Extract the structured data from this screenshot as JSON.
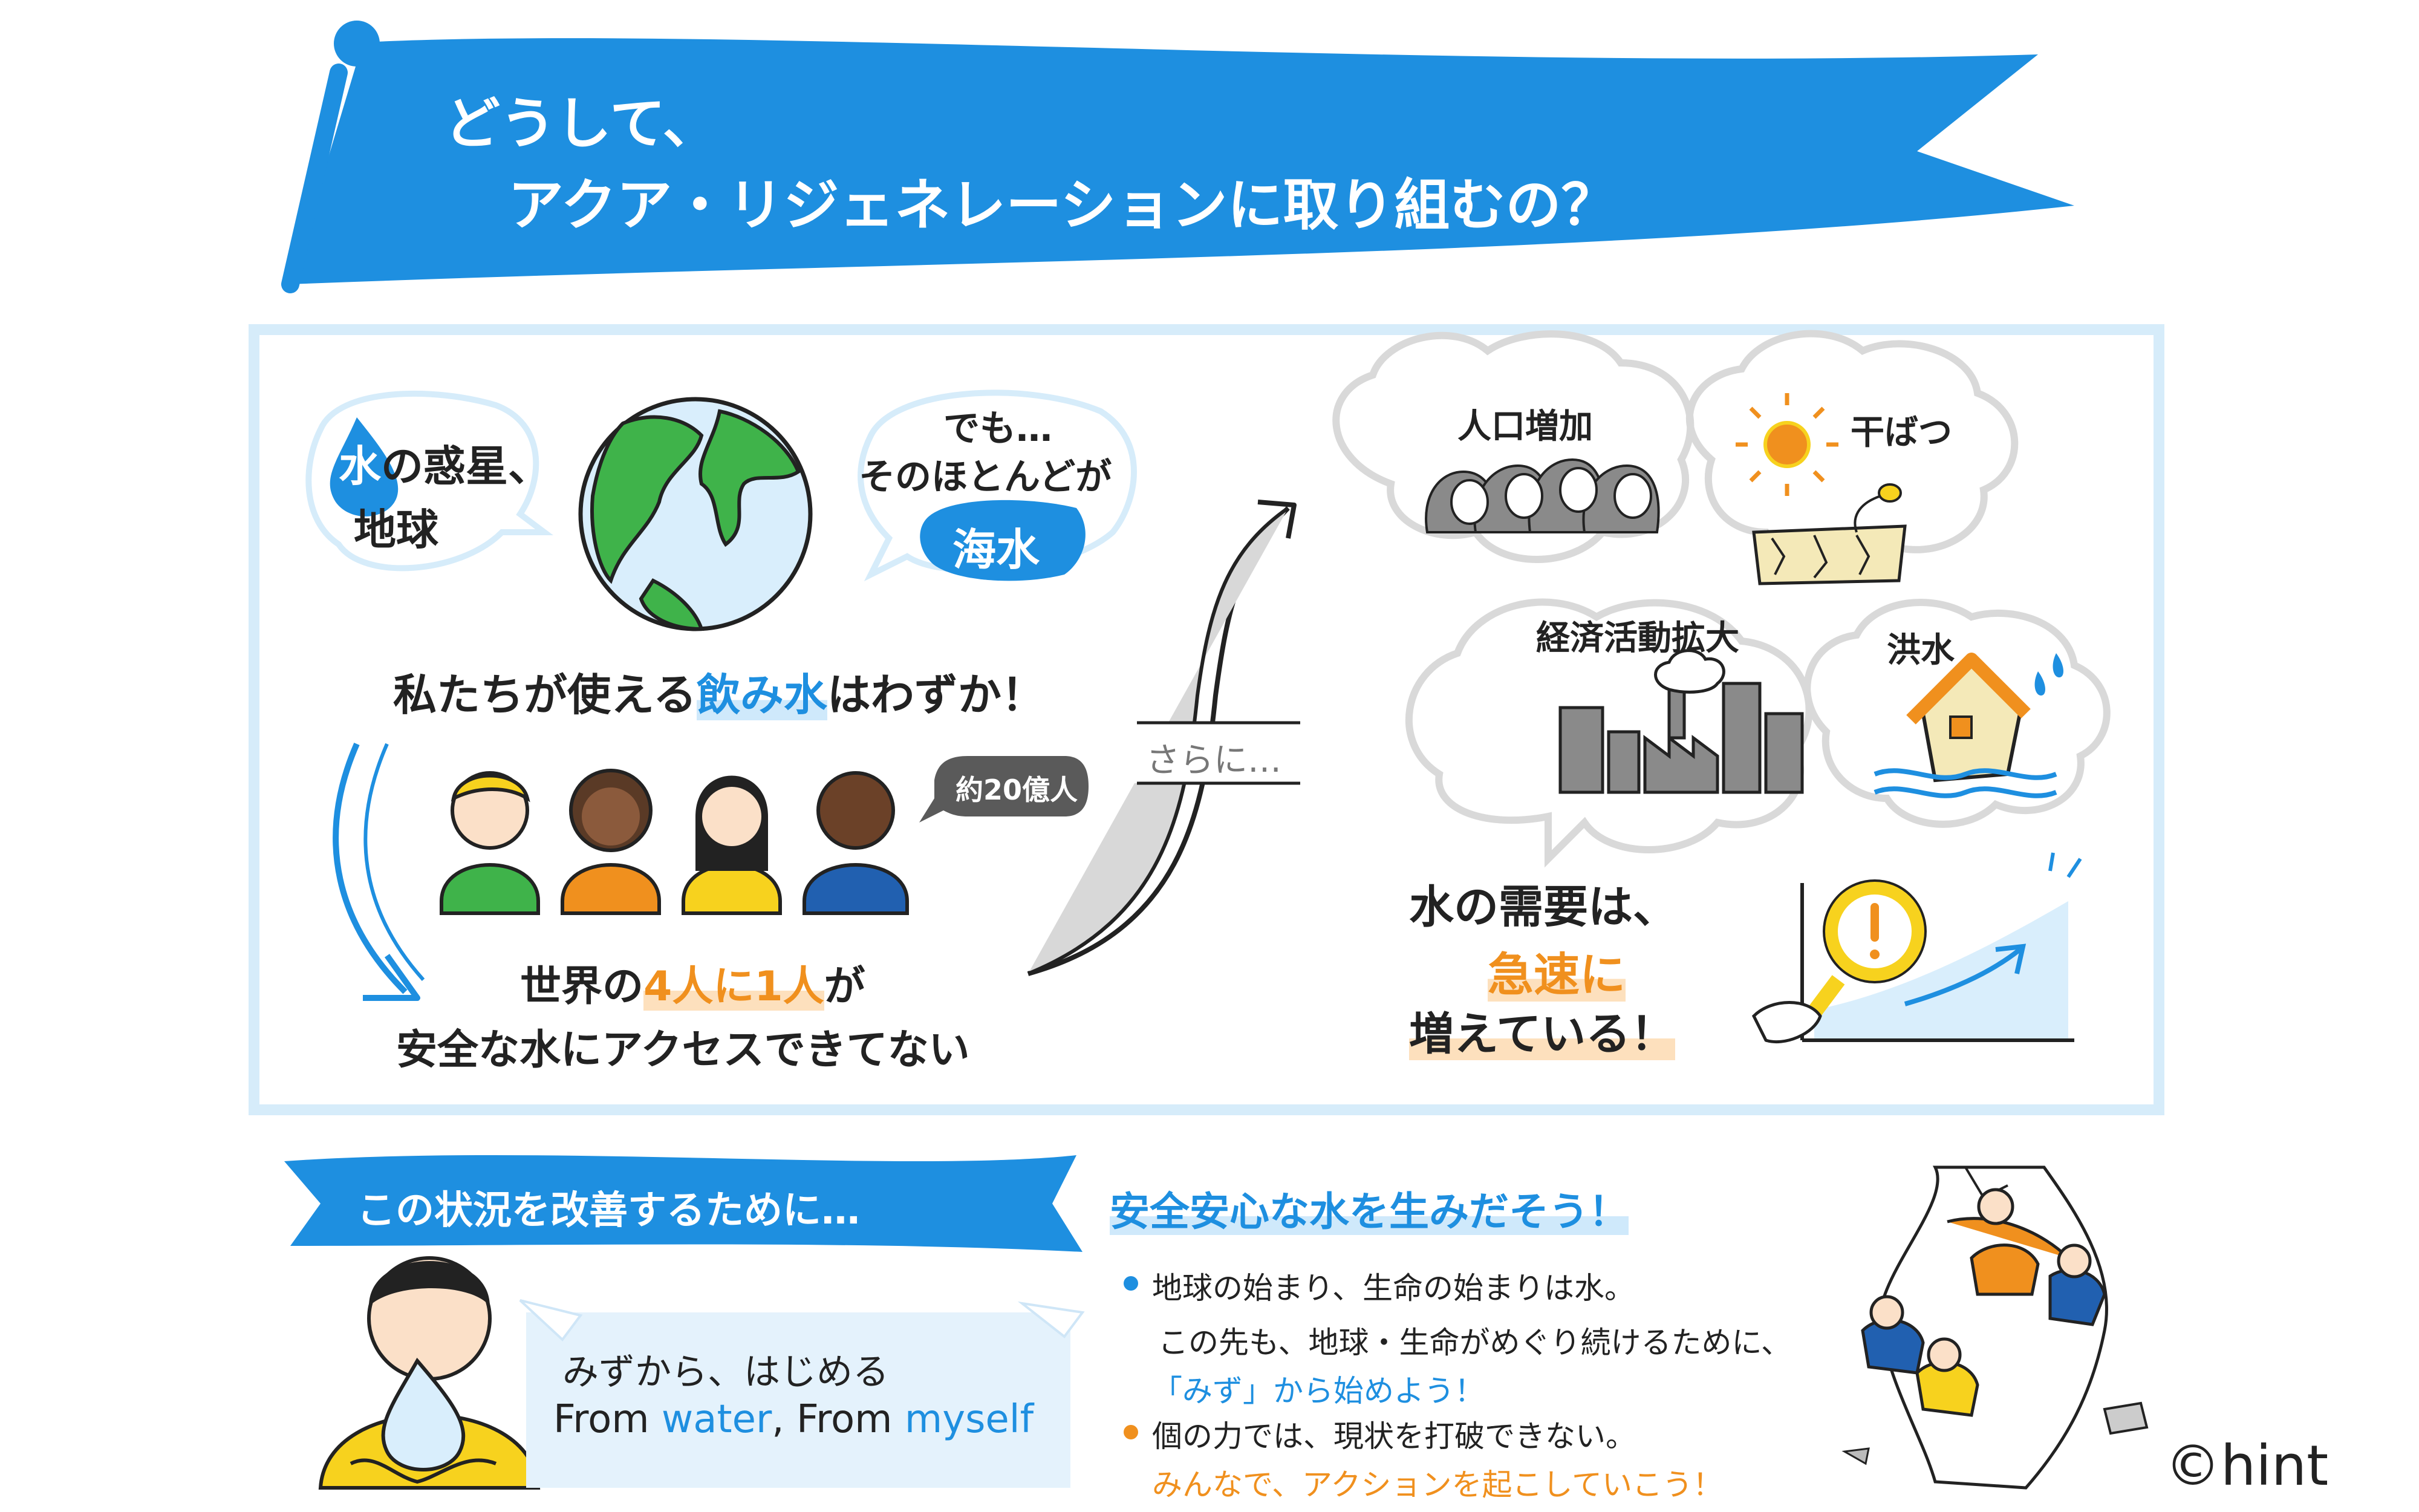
{
  "banner": {
    "line1": "どうして、",
    "line2": "アクア・リジェネレーションに取り組むの？"
  },
  "panel": {
    "planet": {
      "water_char": "水",
      "rest": "の惑星、",
      "line2": "地球"
    },
    "ocean": {
      "line1": "でも…",
      "line2": "そのほとんどが",
      "highlight": "海水"
    },
    "drinkable": {
      "pre": "私たちが使える",
      "highlight": "飲み水",
      "post": "はわずか！"
    },
    "children_badge": "約20億人",
    "world": {
      "pre": "世界の",
      "highlight": "4人に1人",
      "post": "が",
      "line2": "安全な水にアクセスできてない"
    },
    "sarani": "さらに…",
    "clouds": {
      "population": "人口増加",
      "drought": "干ばつ",
      "economy": "経済活動拡大",
      "flood": "洪水"
    },
    "demand": {
      "line1": "水の需要は、",
      "highlight": "急速に",
      "line3": "増えている！"
    }
  },
  "bottom": {
    "banner": "この状況を改善するために…",
    "note": {
      "line1": "みずから、はじめる",
      "from1": "From ",
      "water": "water",
      "comma": ", From ",
      "myself": "myself"
    },
    "headline": "安全安心な水を生みだそう！",
    "bullet1": {
      "line1": "地球の始まり、生命の始まりは水。",
      "line2": "この先も、地球・生命がめぐり続けるために、",
      "line3": "「みず」から始めよう！"
    },
    "bullet2": {
      "line1": "個の力では、現状を打破できない。",
      "line2": "みんなで、アクションを起こしていこう！"
    }
  },
  "copyright": "©hint",
  "colors": {
    "accent_blue": "#1e8fe0",
    "light_blue": "#d6ecfa",
    "orange": "#f0901e",
    "yellow": "#f7d21e",
    "green": "#3fb34a"
  }
}
